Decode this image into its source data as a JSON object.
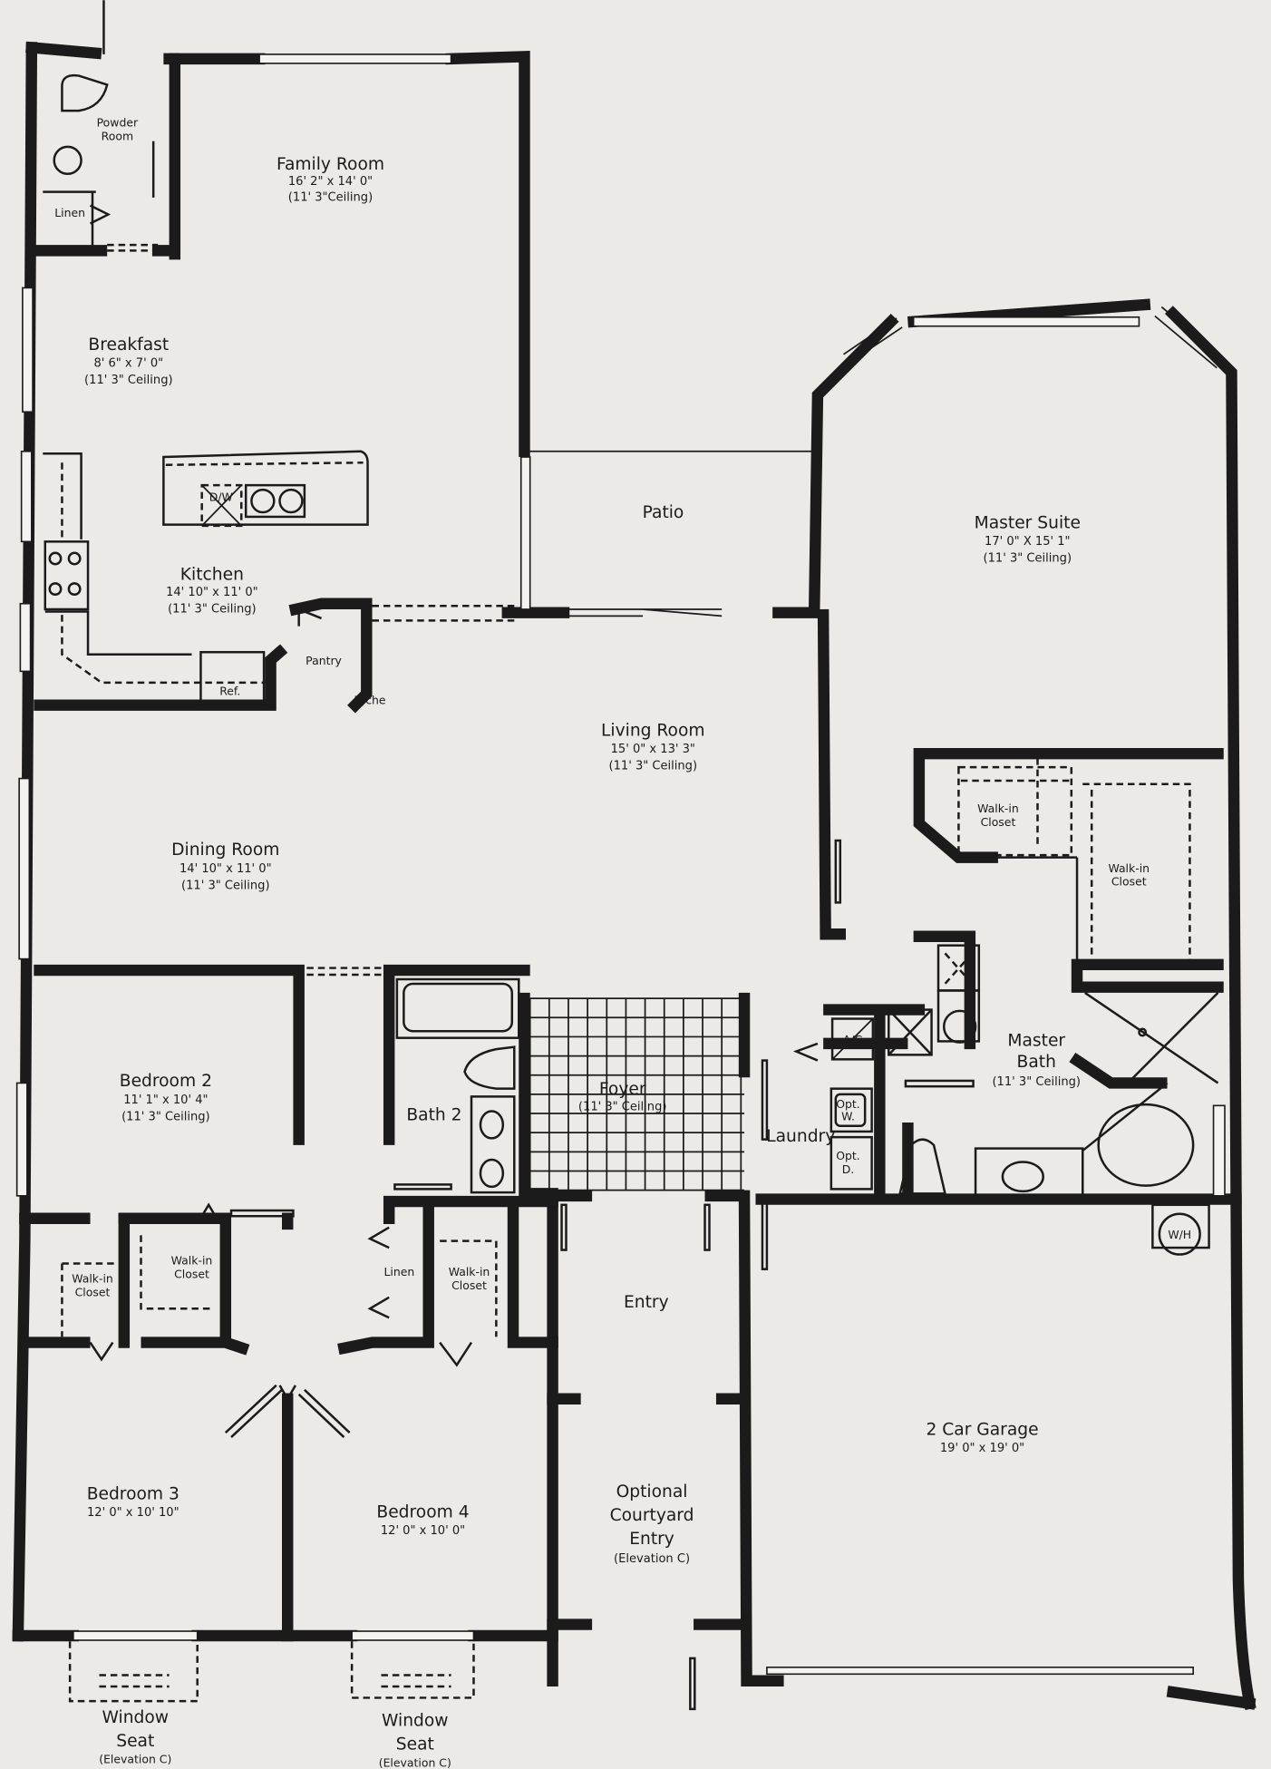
{
  "rooms": {
    "family": {
      "name": "Family Room",
      "dims": "16' 2\" x 14' 0\"",
      "ceiling": "(11' 3\"Ceiling)"
    },
    "breakfast": {
      "name": "Breakfast",
      "dims": "8' 6\" x 7' 0\"",
      "ceiling": "(11' 3\" Ceiling)"
    },
    "kitchen": {
      "name": "Kitchen",
      "dims": "14' 10\" x 11' 0\"",
      "ceiling": "(11' 3\" Ceiling)"
    },
    "patio": {
      "name": "Patio"
    },
    "master_suite": {
      "name": "Master Suite",
      "dims": "17' 0\" X 15' 1\"",
      "ceiling": "(11' 3\" Ceiling)"
    },
    "living": {
      "name": "Living Room",
      "dims": "15' 0\" x 13' 3\"",
      "ceiling": "(11' 3\" Ceiling)"
    },
    "dining": {
      "name": "Dining Room",
      "dims": "14' 10\" x 11' 0\"",
      "ceiling": "(11' 3\" Ceiling)"
    },
    "bedroom2": {
      "name": "Bedroom 2",
      "dims": "11' 1\" x 10' 4\"",
      "ceiling": "(11' 3\" Ceiling)"
    },
    "bath2": {
      "name": "Bath 2"
    },
    "foyer": {
      "name": "Foyer",
      "ceiling": "(11' 3\" Ceiling)"
    },
    "laundry": {
      "name": "Laundry"
    },
    "master_bath": {
      "name": "Master",
      "name2": "Bath",
      "ceiling": "(11' 3\" Ceiling)"
    },
    "entry": {
      "name": "Entry"
    },
    "courtyard": {
      "line1": "Optional",
      "line2": "Courtyard",
      "line3": "Entry",
      "note": "(Elevation C)"
    },
    "garage": {
      "name": "2 Car Garage",
      "dims": "19' 0\" x 19' 0\""
    },
    "bedroom3": {
      "name": "Bedroom 3",
      "dims": "12' 0\" x 10' 10\""
    },
    "bedroom4": {
      "name": "Bedroom 4",
      "dims": "12' 0\" x 10' 0\""
    }
  },
  "fixtures": {
    "powder_room": [
      "Powder",
      "Room"
    ],
    "linen": "Linen",
    "dishwasher": "D/W",
    "ref": "Ref.",
    "pantry": "Pantry",
    "niche": "Niche",
    "ac": "A/C",
    "opt_washer": [
      "Opt.",
      "W."
    ],
    "opt_dryer": [
      "Opt.",
      "D."
    ],
    "water_heater": "W/H",
    "walk_in_closet": [
      "Walk-in",
      "Closet"
    ],
    "window_seat": [
      "Window",
      "Seat",
      "(Elevation C)"
    ]
  }
}
